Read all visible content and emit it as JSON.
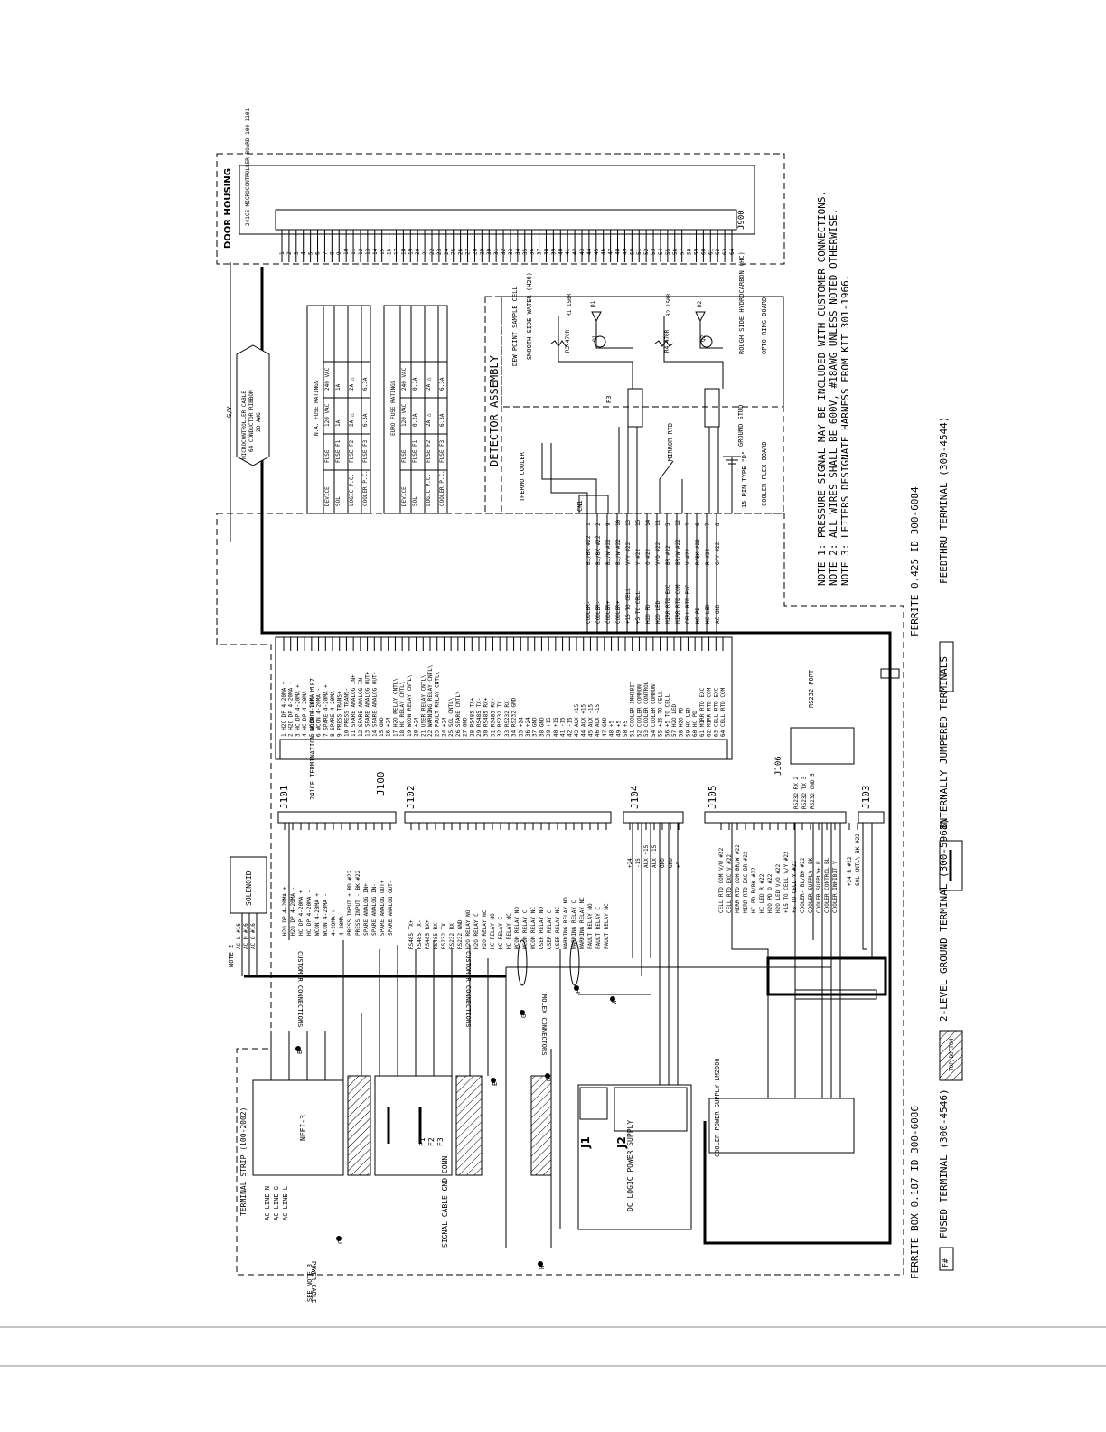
{
  "door_housing": {
    "title": "DOOR HOUSING",
    "board_label": "241CE MICROCONTROLLER BOARD 100-1101",
    "connector": "J900",
    "pins": [
      "1",
      "2",
      "3",
      "4",
      "5",
      "6",
      "7",
      "8",
      "9",
      "10",
      "11",
      "12",
      "13",
      "14",
      "15",
      "16",
      "17",
      "18",
      "19",
      "20",
      "21",
      "22",
      "23",
      "24",
      "25",
      "26",
      "27",
      "28",
      "29",
      "30",
      "31",
      "32",
      "33",
      "34",
      "35",
      "36",
      "37",
      "38",
      "39",
      "40",
      "41",
      "42",
      "43",
      "44",
      "45",
      "46",
      "47",
      "48",
      "49",
      "50",
      "51",
      "52",
      "53",
      "54",
      "55",
      "56",
      "57",
      "58",
      "59",
      "60",
      "61",
      "62",
      "63",
      "64"
    ]
  },
  "ribbon_cable": {
    "line1": "MICROCONTROLLER CABLE",
    "line2": "64 CONDUCTOR RIBBON",
    "line3": "28 AWG"
  },
  "gy_label": "G/Y",
  "na_fuse_table": {
    "title": "N.A. FUSE RATINGS",
    "headers": [
      "DEVICE",
      "FUSE",
      "120 VAC",
      "240 VAC"
    ],
    "rows": [
      [
        "SOL",
        "FUSE F1",
        "1A",
        "1A"
      ],
      [
        "LOGIC P.C.",
        "FUSE F2",
        "2A △",
        "2A △"
      ],
      [
        "COOLER P.C.",
        "FUSE F3",
        "6.3A",
        "6.3A"
      ]
    ]
  },
  "euro_fuse_table": {
    "title": "EURO FUSE RATINGS",
    "headers": [
      "DEVICE",
      "FUSE",
      "120 VAC",
      "240 VAC"
    ],
    "rows": [
      [
        "SOL",
        "FUSE F1",
        "0.2A",
        "0.1A"
      ],
      [
        "LOGIC P.C.",
        "FUSE F2",
        "2A △",
        "2A △"
      ],
      [
        "COOLER P.C.",
        "FUSE F3",
        "6.3A",
        "6.3A"
      ]
    ]
  },
  "detector": {
    "title": "DETECTOR ASSEMBLY",
    "sample_cell": "DEW POINT SAMPLE CELL",
    "smooth_side": "SMOOTH SIDE WATER (H2O)",
    "rough_side": "ROUGH SIDE HYDROCARBON (HC)",
    "opto_board": "OPTO-RING BOARD",
    "thermo_cooler": "THERMO COOLER",
    "mirror_rtd": "MIRROR RTD",
    "ground_stud": "GROUND STUD",
    "cooler_flex": "COOLER FLEX BOARD",
    "connector_note": "15 PIN TYPE \"D\"",
    "cn1": "CN1",
    "p1": "P1",
    "p3": "P3",
    "r1": "R1 150R",
    "r2": "R2 150R",
    "r3": "R3 470R",
    "r4": "R4 470R",
    "d1": "D1",
    "d2": "D2",
    "q1": "Q1",
    "q2": "Q2"
  },
  "cn1_signals": [
    {
      "name": "COOLER-",
      "color": "BL/BK #22",
      "pin": "1"
    },
    {
      "name": "COOLER-",
      "color": "BL/BK #22",
      "pin": "2"
    },
    {
      "name": "COOLER+",
      "color": "BL/W #22",
      "pin": "9"
    },
    {
      "name": "COOLER+",
      "color": "BL/W #22",
      "pin": "10"
    },
    {
      "name": "+15 TO CELL",
      "color": "V/Y #22",
      "pin": "13"
    },
    {
      "name": "+5 TO CELL",
      "color": "Y #22",
      "pin": "15"
    },
    {
      "name": "H2O PD",
      "color": "O #22",
      "pin": "14"
    },
    {
      "name": "H2O LED",
      "color": "V/O #22",
      "pin": "11"
    },
    {
      "name": "MIRR RTD EXC",
      "color": "BR #22",
      "pin": "5"
    },
    {
      "name": "MIRR RTD COM",
      "color": "BR/W #22",
      "pin": "12"
    },
    {
      "name": "CELL RTD EXC",
      "color": "V #22",
      "pin": "3"
    },
    {
      "name": "HC PD",
      "color": "R/BK #22",
      "pin": "6"
    },
    {
      "name": "HC LED",
      "color": "R #22",
      "pin": "7"
    },
    {
      "name": "AC GND",
      "color": "G/Y #22",
      "pin": "8"
    }
  ],
  "notes": [
    "NOTE 1: PRESSURE SIGNAL MAY BE INCLUDED WITH CUSTOMER CONNECTIONS.",
    "NOTE 2: ALL WIRES SHALL BE 600V, #18AWG UNLESS NOTED OTHERWISE.",
    "NOTE 3: LETTERS DESIGNATE HARNESS FROM KIT 301-1966."
  ],
  "termination_board": {
    "label": "241CE TERMINATION BOARD 100-1107",
    "j100": "J100",
    "pins": [
      "1 H2O DP 4-20MA +",
      "2 H2O DP 4-20MA -",
      "3 HC DP 4-20MA +",
      "4 HC DP 4-20MA -",
      "5 WCON 4-20MA +",
      "6 WCON 4-20MA -",
      "7 SPARE 4-20MA +",
      "8 SPARE 4-20MA -",
      "9 PRESS TRANS+",
      "10 PRESS TRANS-",
      "11 SPARE ANALOG IN+",
      "12 SPARE ANALOG IN-",
      "13 SPARE ANALOG OUT+",
      "14 SPARE ANALOG OUT-",
      "15 GND",
      "16 +24",
      "17 H2O RELAY CNTL\\",
      "18 HC RELAY CNTL\\",
      "19 WCON RELAY CNTL\\",
      "20 +24",
      "21 USER RELAY CNTL\\",
      "22 WARNING RELAY CNTL\\",
      "23 FAULT RELAY CNTL\\",
      "24 +24",
      "25 SOL CNTL\\",
      "26 SPARE CNTL\\",
      "27 GND",
      "28 RS485 TX+",
      "29 RS485 TX-",
      "30 RS485 RX+",
      "31 RS485 RX-",
      "32 RS232 TX",
      "33 RS232 RX",
      "34 RS232 GND",
      "35 +24",
      "36 +24",
      "37 GND",
      "38 GND",
      "39 +15",
      "40 +15",
      "41 -15",
      "42 -15",
      "43 AUX +15",
      "44 AUX +15",
      "45 AUX -15",
      "46 AUX -15",
      "47 GND",
      "48 +5",
      "49 +5",
      "50 +5",
      "51 COOLER INHIBIT",
      "52 COOLER COMMON",
      "53 COOLER CONTROL",
      "54 COOLER COMMON",
      "55 +15 TO CELL",
      "56 +5 TO CELL",
      "57 H2O LED",
      "58 H2O PD",
      "59 HC LED",
      "60 HC PD",
      "61 MIRR RTD EXC",
      "62 MIRR RTD COM",
      "63 CELL RTD EXC",
      "64 CELL RTD COM"
    ]
  },
  "j101": {
    "label": "J101",
    "pins": [
      "H2O DP 4-20MA +",
      "H2O DP 4-20MA -",
      "HC DP 4-20MA +",
      "HC DP 4-20MA -",
      "WCON 4-20MA +",
      "WCON 4-20MA -",
      "4-20MA +",
      "4-20MA -",
      "PRESS INPUT +  RD #22",
      "PRESS INPUT -  BK #22",
      "SPARE ANALOG IN+",
      "SPARE ANALOG IN-",
      "SPARE ANALOG OUT+",
      "SPARE ANALOG OUT-"
    ]
  },
  "j102": {
    "label": "J102",
    "pins": [
      "RS485 TX+",
      "RS485 TX-",
      "RS485 RX+",
      "RS485 RX-",
      "RS232 TX",
      "RS232 RX",
      "RS232 GND",
      "H2O RELAY NO",
      "H2O RELAY C",
      "H2O RELAY NC",
      "HC RELAY NO",
      "HC RELAY C",
      "HC RELAY NC",
      "WCON RELAY NO",
      "WCON RELAY C",
      "WCON RELAY NC",
      "USER RELAY NO",
      "USER RELAY C",
      "USER RELAY NC",
      "WARNING RELAY NO",
      "WARNING RELAY C",
      "WARNING RELAY NC",
      "FAULT RELAY NO",
      "FAULT RELAY C",
      "FAULT RELAY NC"
    ]
  },
  "customer_connections": "CUSTOMER CONNECTIONS",
  "j104": {
    "label": "J104",
    "pins": [
      "+24",
      "-15",
      "AUX +15",
      "AUX -15",
      "GND",
      "GND",
      "+5"
    ]
  },
  "j105": {
    "label": "J105",
    "pins": [
      "CELL RTD COM  V/W #22",
      "CELL RTD EXC  V #22",
      "MIRR RTD COM  BR/W #22",
      "MIRR RTD EXC  BR #22",
      "HC PD  R/BK #22",
      "HC LED  R #22",
      "H2O PD  O #22",
      "H2O LED  V/O #22",
      "+15 TO CELL  V/Y #22",
      "+5 TO CELL  Y #22",
      "COOLER-  BL/BK #22",
      "COOLER SUPPLY-  BK",
      "COOLER SUPPLY+  R",
      "COOLER CONTROL  BL",
      "COOLER INHIBIT  V"
    ]
  },
  "j106": {
    "label": "J106",
    "port": "RS232 PORT",
    "pins": [
      "RS232 RX 2",
      "RS232 TX 3",
      "RS232 GND 5"
    ]
  },
  "j103": {
    "label": "J103",
    "pins": [
      "+24  R #22",
      "SOL CNTL\\  BK #22"
    ]
  },
  "solenoid": {
    "label": "SOLENOID",
    "note": "NOTE 2",
    "pins": [
      "AC L #16",
      "AC N #16",
      "AC G #16"
    ]
  },
  "terminal_strip": {
    "title": "TERMINAL STRIP (100-2002)",
    "nefi": "NEFI-3",
    "power_cable": "POWER CABLE",
    "inputs": [
      "AC LINE N",
      "AC LINE G",
      "AC LINE L"
    ],
    "see_note": "SEE NOTE 3"
  },
  "signal_cable": "SIGNAL CABLE GND CONN",
  "molex": "MOLEX CONNECTORS",
  "fuses": [
    "F1",
    "F2",
    "F3"
  ],
  "dc_supply": {
    "label": "DC LOGIC POWER SUPPLY",
    "j1": "J1",
    "j2": "J2"
  },
  "cooler_supply": {
    "label": "COOLER POWER SUPPLY LM2000"
  },
  "legend": [
    {
      "symbol": "F#",
      "label": "FUSED TERMINAL (300-4546)"
    },
    {
      "symbol": "TOP/BOTTOM",
      "label": "2-LEVEL GROUND TERMINAL (300-5968)"
    },
    {
      "symbol": "jumper",
      "label": "INTERNALLY JUMPERED TERMINALS"
    },
    {
      "symbol": "box",
      "label": "FEEDTHRU TERMINAL (300-4544)"
    }
  ],
  "ferrite_box": "FERRITE BOX 0.187 ID 300-6086",
  "ferrite": "FERRITE 0.425 ID 300-6084",
  "harness_letters": [
    "A",
    "B",
    "C",
    "D",
    "E",
    "F",
    "G",
    "H"
  ]
}
